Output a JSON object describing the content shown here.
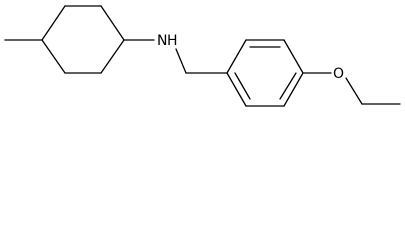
{
  "molecule": {
    "atoms": {
      "nitrogen": "N",
      "hydrogen": "H",
      "oxygen": "O"
    },
    "colors": {
      "bond": "#000000",
      "label": "#000000",
      "background": "#ffffff"
    }
  }
}
